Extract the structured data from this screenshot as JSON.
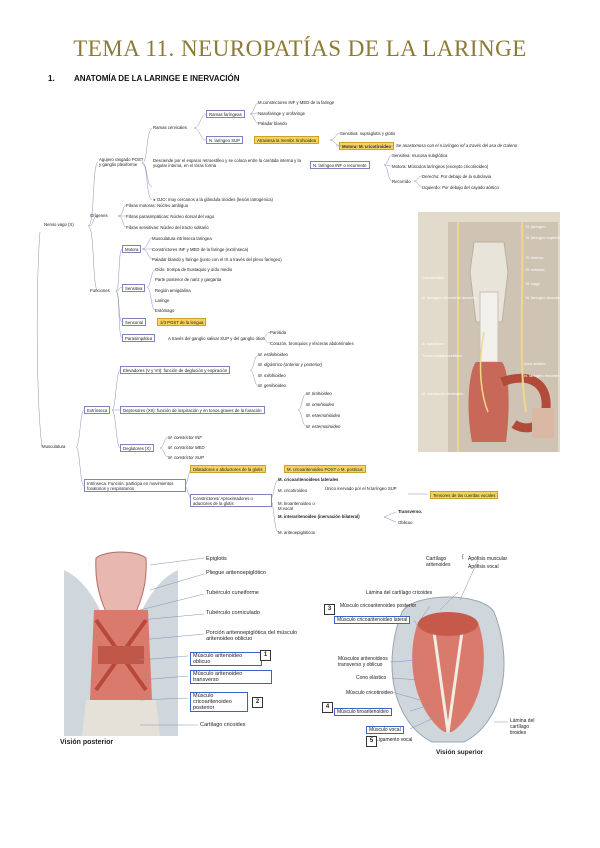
{
  "title": "TEMA 11. NEUROPATÍAS DE LA LARINGE",
  "section": {
    "number": "1.",
    "label": "ANATOMÍA DE LA LARINGE E INERVACIÓN"
  },
  "map": {
    "nervio_vago": "Nervio vago (X)",
    "agujero": "Agujero rasgado POST y ganglio plexiforme",
    "ramas_cervicales": "Ramas cervicales",
    "ramas_faringeas": "Ramas faríngeas",
    "rf1": "M.constrictores INF y MED de la faringe",
    "rf2": "Nasofaringe y orofaringe",
    "rf3": "Paladar blando",
    "n_laringeo_sup": "N. laríngeo SUP",
    "atraviesa": "Atraviesa la membr. tirohioidea",
    "sensitiva_sup": "Sensitiva: supraglotis y glotis",
    "motora_sup": "Motora: M. cricotiroideo",
    "anastomosa": "Se anastomosa con el n.laríngeo inf a través del asa de Galeno",
    "desciende": "Desciende por el espacio retroestíleo y se coloca entre la carótida interna y la yugular interna, en el tórax forma",
    "n_laringeo_inf": "N. laríngeo INF o recurrente",
    "sensitiva_inf": "Sensitiva: mucosa subglótica",
    "motora_inf": "Motora: Músculos laríngeos (excepto cricotiroideo)",
    "recorrido": "Recorrido",
    "derecho": "Derecho: Por debajo de la subclavia",
    "izquierdo": "Izquierdo: Por debajo del cayado aórtico",
    "ojo": "OJO: muy cercanos a la glándula tiroides (lesión iatrogénica)",
    "origenes": "Orígenes",
    "o1": "Fibras motoras: Núcleo ambiguo",
    "o2": "Fibras parasimpáticas: Núcleo dorsal del vago",
    "o3": "Fibras sensitivas: Núcleo del tracto solitario",
    "funciones": "Funciones",
    "motora": "Motora",
    "m1": "Musculatura intrínseca laringea",
    "m2": "Constrictores INF y MED de la faringe (extrínseca)",
    "m3": "Paladar blando y faringe (junto con el IX a través del plexo faríngeo)",
    "sensitiva": "Sensitiva",
    "s1": "Oído: trompa de Eustaquio y oído medio",
    "s2": "Parte posterior de nariz y garganta",
    "s3": "Región amigdalina",
    "s4": "Laringe",
    "s5": "Estómago",
    "sensorial": "Sensorial",
    "sensorial_v": "1/3 POST de la lengua",
    "parasimpatica": "Parasimpática",
    "para_v": "A través del ganglio salivar SUP y del ganglio ótico",
    "par1": "Parótida",
    "par2": "Corazón, bronquios y vísceras abdominales",
    "musculatura": "Musculatura",
    "extrinseca": "Extrínseca",
    "elevadores": "Elevadores (V y VII): función de deglución y espiración",
    "e1": "M. estilohioideo",
    "e2": "M. digástrico (anterior y posterior)",
    "e3": "M. milohioideo",
    "e4": "M. genihioideo",
    "depresores": "Depresores (XII): función de inspiración y en tonos graves de la fonación",
    "d1": "M. tirohioideo",
    "d2": "M. omohioideo",
    "d3": "M. esternohioideo",
    "d4": "M. esternotiroideo",
    "deglutores": "Deglutores (X)",
    "g1": "M. constrictor INF",
    "g2": "M. constrictor MED",
    "g3": "M. constrictor SUP",
    "intrinseca": "Intrínseca. Función: participa en movimientos fonatorios y respiratorios",
    "dilatadores": "Dilatadores o abductores de la glotis",
    "dil_v": "M. cricoaritenoideo POST o M. posticus",
    "constrictores": "Constrictores/ Aproximadores o aductores de la glotis",
    "c1": "M. cricoaritenoideos laterales",
    "c2": "M. cricotiroideo",
    "c2b": "Único inervado por el N.laríngeo SUP",
    "c3": "M. tiroaritenoideo o M.vocal",
    "tensores": "Tensores de las cuerdas vocales",
    "c4": "M. interaritenoideo (inervación bilateral)",
    "transverso": "Transverso.",
    "oblicuo": "Oblicuo",
    "c5": "M. ariteoepiglóticos"
  },
  "photo_labels": {
    "right": [
      "N. laríngeo",
      "N. laríngeo superior",
      "R. interna",
      "R. externa",
      "N. vago",
      "N. laríngeo recurrente izquierdo",
      "Arco aórtico",
      "N. laríngeo recurrente",
      "A. subclavia",
      "Tronco braquiocefálico",
      "N. laríngeo recurrente derecho",
      "N. cardíacos cervicales",
      "Cricotiroides"
    ],
    "left_view": "Visión posterior",
    "right_view": "Visión superior"
  },
  "posterior_labels": {
    "epiglotis": "Epiglotis",
    "pliegue": "Pliegue ariteno­epiglótico",
    "cuneiforme": "Tubérculo cuneiforme",
    "corniculado": "Tubérculo corniculado",
    "porcion": "Porción ariteno­epiglótica del músculo aritenoideo oblicuo",
    "oblicuo": "Músculo aritenoideo oblicuo",
    "transverso": "Músculo aritenoideo transverso",
    "crico_post": "Músculo cricoaritenoideo posterior",
    "cart_cricoides": "Cartílago cricoides",
    "n1": "1",
    "n2": "2"
  },
  "superior_labels": {
    "cart_arit": "Cartílago aritenoides",
    "apofisis_m": "Apófisis muscular",
    "apofisis_v": "Apófisis vocal",
    "lamina_cric": "Lámina del cartílago cricoides",
    "crico_post": "Músculo cricoaritenoideo posterior",
    "crico_lat": "Músculo cricoaritenoideo lateral",
    "aritenoideos": "Músculos aritenoideos transverso y oblicuo",
    "cono": "Cono elástico",
    "cricotiroideo": "Músculo cricotiroideo",
    "tiroaritenoideo": "Músculo tiroaritenoideo",
    "vocal": "Músculo vocal",
    "ligamento": "Ligamento vocal",
    "lamina_tiro": "Lámina del cartílago tiroides",
    "n3": "3",
    "n4": "4",
    "n5": "5"
  }
}
